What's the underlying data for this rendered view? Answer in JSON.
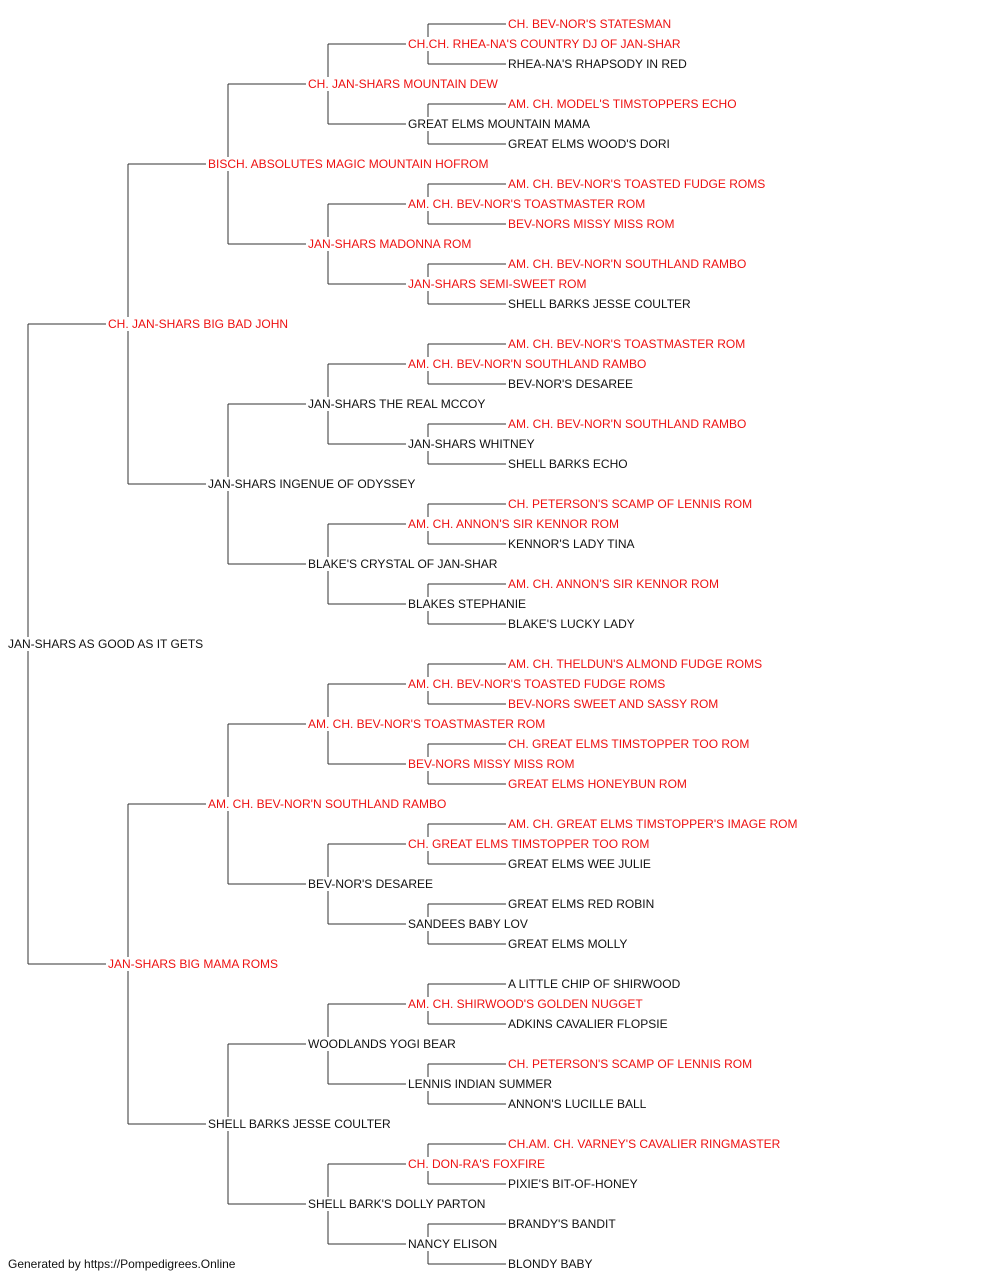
{
  "colors": {
    "champion": "#ee1111",
    "regular": "#111111",
    "line": "#333333"
  },
  "footer": "Generated by https://Pompedigrees.Online",
  "pedigree": [
    {
      "name": "JAN-SHARS AS GOOD AS IT GETS",
      "champion": false
    },
    {
      "name": "CH. JAN-SHARS BIG BAD JOHN",
      "champion": true
    },
    {
      "name": "JAN-SHARS BIG MAMA ROMS",
      "champion": true
    },
    {
      "name": "BISCH. ABSOLUTES MAGIC MOUNTAIN HOFROM",
      "champion": true
    },
    {
      "name": "JAN-SHARS INGENUE OF ODYSSEY",
      "champion": false
    },
    {
      "name": "AM. CH. BEV-NOR'N SOUTHLAND RAMBO",
      "champion": true
    },
    {
      "name": "SHELL BARKS JESSE COULTER",
      "champion": false
    },
    {
      "name": "CH. JAN-SHARS MOUNTAIN DEW",
      "champion": true
    },
    {
      "name": "JAN-SHARS MADONNA ROM",
      "champion": true
    },
    {
      "name": "JAN-SHARS THE REAL MCCOY",
      "champion": false
    },
    {
      "name": "BLAKE'S CRYSTAL OF JAN-SHAR",
      "champion": false
    },
    {
      "name": "AM. CH. BEV-NOR'S TOASTMASTER ROM",
      "champion": true
    },
    {
      "name": "BEV-NOR'S DESAREE",
      "champion": false
    },
    {
      "name": "WOODLANDS YOGI BEAR",
      "champion": false
    },
    {
      "name": "SHELL BARK'S DOLLY PARTON",
      "champion": false
    },
    {
      "name": "CH.CH. RHEA-NA'S COUNTRY DJ OF JAN-SHAR",
      "champion": true
    },
    {
      "name": "GREAT ELMS MOUNTAIN MAMA",
      "champion": false
    },
    {
      "name": "AM. CH. BEV-NOR'S TOASTMASTER ROM",
      "champion": true
    },
    {
      "name": "JAN-SHARS SEMI-SWEET ROM",
      "champion": true
    },
    {
      "name": "AM. CH. BEV-NOR'N SOUTHLAND RAMBO",
      "champion": true
    },
    {
      "name": "JAN-SHARS WHITNEY",
      "champion": false
    },
    {
      "name": "AM. CH. ANNON'S SIR KENNOR ROM",
      "champion": true
    },
    {
      "name": "BLAKES STEPHANIE",
      "champion": false
    },
    {
      "name": "AM. CH. BEV-NOR'S TOASTED FUDGE ROMS",
      "champion": true
    },
    {
      "name": "BEV-NORS MISSY MISS ROM",
      "champion": true
    },
    {
      "name": "CH. GREAT ELMS TIMSTOPPER TOO ROM",
      "champion": true
    },
    {
      "name": "SANDEES BABY LOV",
      "champion": false
    },
    {
      "name": "AM. CH. SHIRWOOD'S GOLDEN NUGGET",
      "champion": true
    },
    {
      "name": "LENNIS INDIAN SUMMER",
      "champion": false
    },
    {
      "name": "CH. DON-RA'S FOXFIRE",
      "champion": true
    },
    {
      "name": "NANCY ELISON",
      "champion": false
    },
    {
      "name": "CH. BEV-NOR'S STATESMAN",
      "champion": true
    },
    {
      "name": "RHEA-NA'S RHAPSODY IN RED",
      "champion": false
    },
    {
      "name": "AM. CH. MODEL'S TIMSTOPPERS ECHO",
      "champion": true
    },
    {
      "name": "GREAT ELMS WOOD'S DORI",
      "champion": false
    },
    {
      "name": "AM. CH. BEV-NOR'S TOASTED FUDGE ROMS",
      "champion": true
    },
    {
      "name": "BEV-NORS MISSY MISS ROM",
      "champion": true
    },
    {
      "name": "AM. CH. BEV-NOR'N SOUTHLAND RAMBO",
      "champion": true
    },
    {
      "name": "SHELL BARKS JESSE COULTER",
      "champion": false
    },
    {
      "name": "AM. CH. BEV-NOR'S TOASTMASTER ROM",
      "champion": true
    },
    {
      "name": "BEV-NOR'S DESAREE",
      "champion": false
    },
    {
      "name": "AM. CH. BEV-NOR'N SOUTHLAND RAMBO",
      "champion": true
    },
    {
      "name": "SHELL BARKS ECHO",
      "champion": false
    },
    {
      "name": "CH. PETERSON'S SCAMP OF LENNIS ROM",
      "champion": true
    },
    {
      "name": "KENNOR'S LADY TINA",
      "champion": false
    },
    {
      "name": "AM. CH. ANNON'S SIR KENNOR ROM",
      "champion": true
    },
    {
      "name": "BLAKE'S LUCKY LADY",
      "champion": false
    },
    {
      "name": "AM. CH. THELDUN'S ALMOND FUDGE ROMS",
      "champion": true
    },
    {
      "name": "BEV-NORS SWEET AND SASSY ROM",
      "champion": true
    },
    {
      "name": "CH. GREAT ELMS TIMSTOPPER TOO ROM",
      "champion": true
    },
    {
      "name": "GREAT ELMS HONEYBUN ROM",
      "champion": true
    },
    {
      "name": "AM. CH. GREAT ELMS TIMSTOPPER'S IMAGE ROM",
      "champion": true
    },
    {
      "name": "GREAT ELMS WEE JULIE",
      "champion": false
    },
    {
      "name": "GREAT ELMS RED ROBIN",
      "champion": false
    },
    {
      "name": "GREAT ELMS MOLLY",
      "champion": false
    },
    {
      "name": "A LITTLE CHIP OF SHIRWOOD",
      "champion": false
    },
    {
      "name": "ADKINS CAVALIER FLOPSIE",
      "champion": false
    },
    {
      "name": "CH. PETERSON'S SCAMP OF LENNIS ROM",
      "champion": true
    },
    {
      "name": "ANNON'S LUCILLE BALL",
      "champion": false
    },
    {
      "name": "CH.AM. CH. VARNEY'S CAVALIER RINGMASTER",
      "champion": true
    },
    {
      "name": "PIXIE'S BIT-OF-HONEY",
      "champion": false
    },
    {
      "name": "BRANDY'S BANDIT",
      "champion": false
    },
    {
      "name": "BLONDY BABY",
      "champion": false
    }
  ]
}
